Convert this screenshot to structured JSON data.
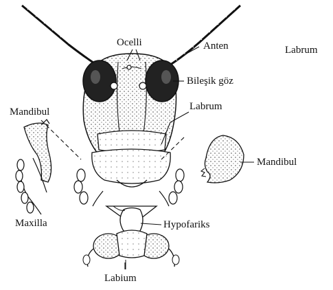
{
  "labels": {
    "ocelli": "Ocelli",
    "anten": "Anten",
    "labrum_corner": "Labrum",
    "bilesik_goz": "Bileşik göz",
    "mandibul_left": "Mandibul",
    "labrum": "Labrum",
    "mandibul_right": "Mandibul",
    "maxilla": "Maxilla",
    "hypofariks": "Hypofariks",
    "labium": "Labium"
  },
  "colors": {
    "ink": "#111111",
    "shade": "#555555",
    "paper": "#ffffff"
  }
}
